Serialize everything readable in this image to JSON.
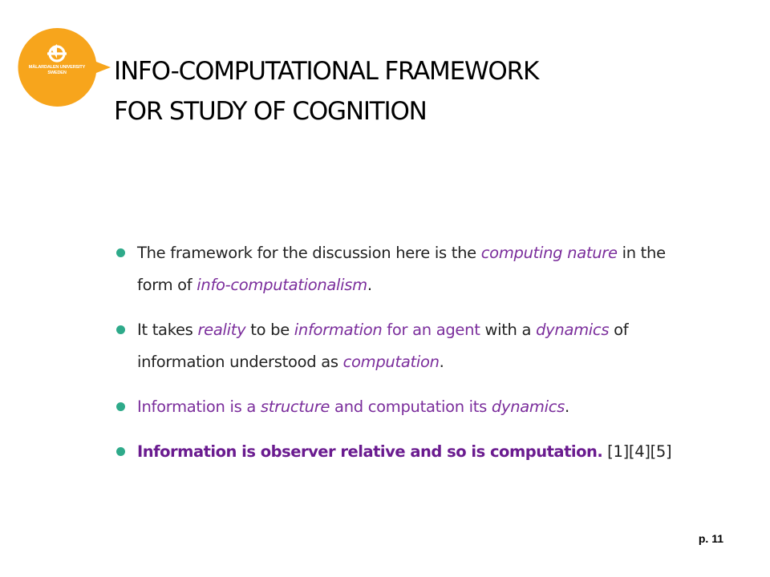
{
  "logo": {
    "line1": "MÄLARDALEN UNIVERSITY",
    "line2": "SWEDEN",
    "color": "#f7a51c",
    "icon": "mdh-emblem-icon"
  },
  "title": {
    "line1": "INFO-COMPUTATIONAL FRAMEWORK",
    "line2": "FOR STUDY OF COGNITION"
  },
  "bullets": {
    "b1": {
      "t1": "The framework for the discussion here is the ",
      "t2": "computing nature",
      "t3": " in the form of ",
      "t4": "info-computationalism",
      "t5": "."
    },
    "b2": {
      "t1": "It takes ",
      "t2": "reality",
      "t3": " to be ",
      "t4": "information",
      "t5": " for an agent",
      "t6": " with a ",
      "t7": "dynamics",
      "t8": " of information understood as ",
      "t9": "computation",
      "t10": "."
    },
    "b3": {
      "t1": "Information is a ",
      "t2": "structure",
      "t3": " and computation its ",
      "t4": "dynamics",
      "t5": "."
    },
    "b4": {
      "t1": "Information is observer relative and so is computation.",
      "t2": " [1][4][5]"
    }
  },
  "colors": {
    "bullet_dot": "#2eaa8a",
    "accent_purple": "#7b2e9c"
  },
  "page": "p. 11"
}
